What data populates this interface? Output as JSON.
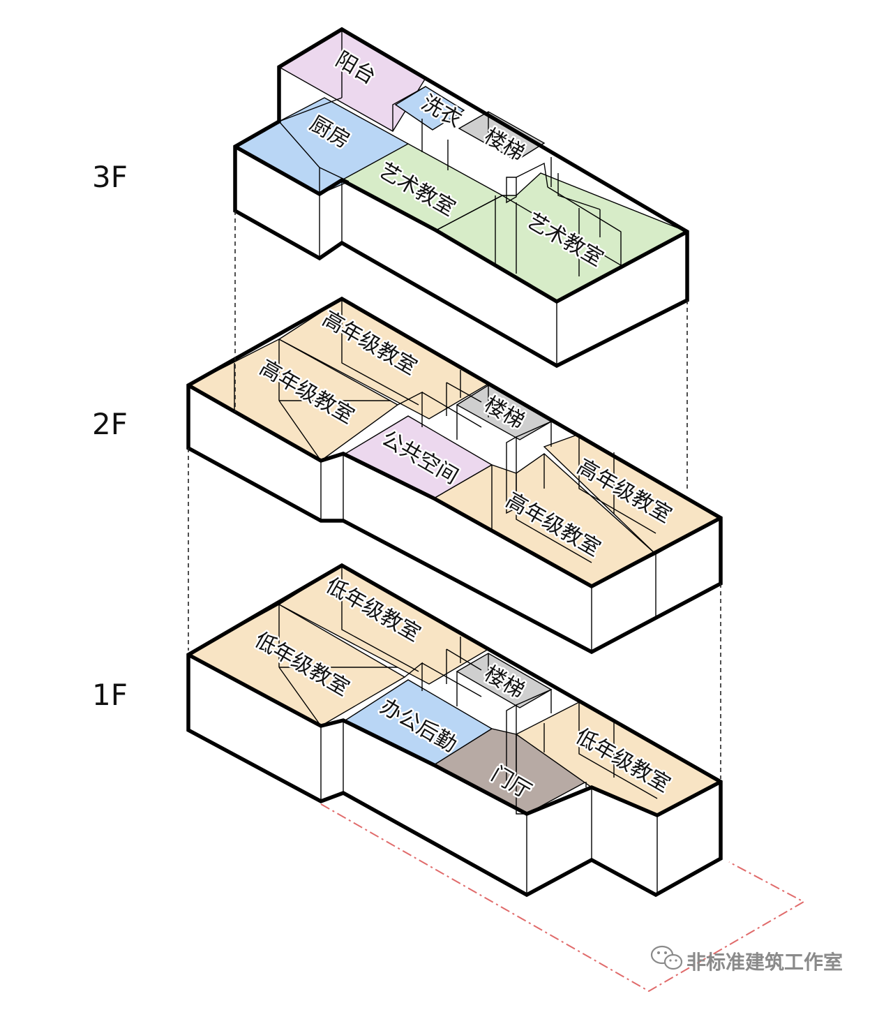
{
  "colors": {
    "classroom_low": "#f8e4c4",
    "classroom_high": "#f8e4c4",
    "art_classroom": "#d7ecc8",
    "kitchen": "#b9d6f5",
    "laundry": "#b9d6f5",
    "office": "#b9d6f5",
    "balcony": "#ecd8ee",
    "public_space": "#ecd8ee",
    "stair": "#cfcfcf",
    "lobby": "#b7aaa4",
    "site_outline": "#e06a6a"
  },
  "floors": [
    {
      "id": "3F",
      "label": "3F",
      "rooms": [
        {
          "key": "balcony",
          "label": "阳台",
          "color": "balcony"
        },
        {
          "key": "laundry",
          "label": "洗衣",
          "color": "laundry"
        },
        {
          "key": "kitchen",
          "label": "厨房",
          "color": "kitchen"
        },
        {
          "key": "stair",
          "label": "楼梯",
          "color": "stair"
        },
        {
          "key": "art-a",
          "label": "艺术教室",
          "color": "art_classroom"
        },
        {
          "key": "art-b",
          "label": "艺术教室",
          "color": "art_classroom"
        }
      ]
    },
    {
      "id": "2F",
      "label": "2F",
      "rooms": [
        {
          "key": "high-a",
          "label": "高年级教室",
          "color": "classroom_high"
        },
        {
          "key": "high-b",
          "label": "高年级教室",
          "color": "classroom_high"
        },
        {
          "key": "stair",
          "label": "楼梯",
          "color": "stair"
        },
        {
          "key": "public",
          "label": "公共空间",
          "color": "public_space"
        },
        {
          "key": "high-c",
          "label": "高年级教室",
          "color": "classroom_high"
        },
        {
          "key": "high-d",
          "label": "高年级教室",
          "color": "classroom_high"
        }
      ]
    },
    {
      "id": "1F",
      "label": "1F",
      "rooms": [
        {
          "key": "low-a",
          "label": "低年级教室",
          "color": "classroom_low"
        },
        {
          "key": "low-b",
          "label": "低年级教室",
          "color": "classroom_low"
        },
        {
          "key": "stair",
          "label": "楼梯",
          "color": "stair"
        },
        {
          "key": "office",
          "label": "办公后勤",
          "color": "office"
        },
        {
          "key": "lobby",
          "label": "门厅",
          "color": "lobby"
        },
        {
          "key": "low-c",
          "label": "低年级教室",
          "color": "classroom_low"
        }
      ]
    }
  ],
  "watermark": {
    "icon": "wechat-icon",
    "text": "非标准建筑工作室"
  }
}
